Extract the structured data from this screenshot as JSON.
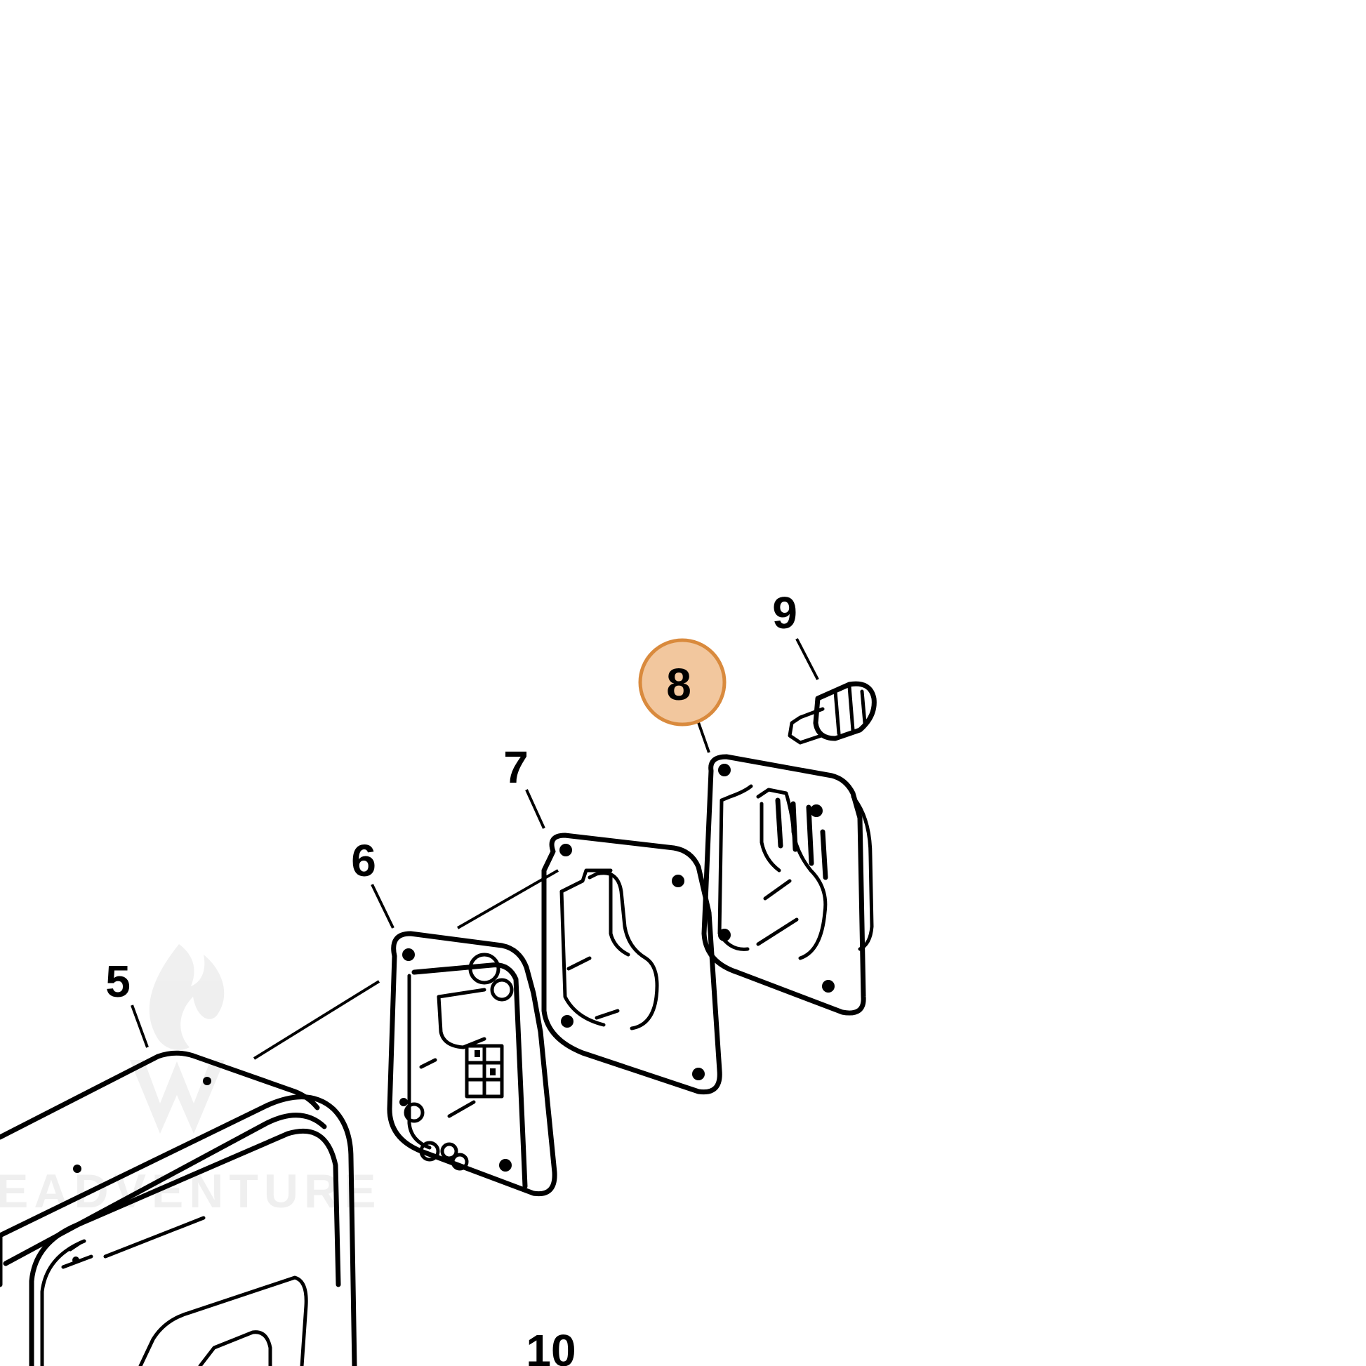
{
  "callouts": [
    {
      "id": "5",
      "label": "5",
      "highlighted": false
    },
    {
      "id": "6",
      "label": "6",
      "highlighted": false
    },
    {
      "id": "7",
      "label": "7",
      "highlighted": false
    },
    {
      "id": "8",
      "label": "8",
      "highlighted": true
    },
    {
      "id": "9",
      "label": "9",
      "highlighted": false
    },
    {
      "id": "10",
      "label": "10",
      "highlighted": false
    }
  ],
  "highlight": {
    "fill": "#f2c79e",
    "stroke": "#d98a3d"
  },
  "watermark": {
    "text": "EADVENTURE",
    "color": "#8a8a8a",
    "icon": "flame-logo-icon"
  },
  "colors": {
    "line": "#000000",
    "background": "#ffffff"
  }
}
